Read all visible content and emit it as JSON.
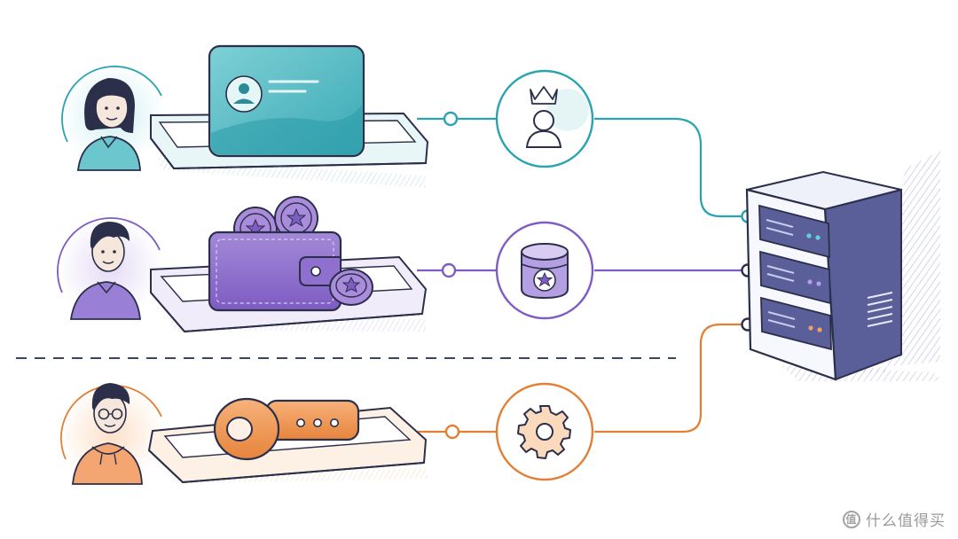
{
  "colors": {
    "teal": "#2aa3b1",
    "purple": "#7e5cc3",
    "orange": "#e37f34",
    "ink": "#2b2f4a",
    "server_shade": "#5a5f9a",
    "divider": "#3a4466"
  },
  "rows": [
    {
      "role": "user-admin",
      "accent": "teal",
      "object_icon": "id-card-icon",
      "node_icon": "crowned-user-icon"
    },
    {
      "role": "user-member",
      "accent": "purple",
      "object_icon": "wallet-coins-icon",
      "node_icon": "coin-database-icon"
    },
    {
      "role": "developer",
      "accent": "orange",
      "object_icon": "api-key-icon",
      "node_icon": "gear-icon"
    }
  ],
  "server": {
    "icon": "server-rack-icon"
  },
  "watermark": {
    "badge": "值",
    "text": "什么值得买"
  }
}
